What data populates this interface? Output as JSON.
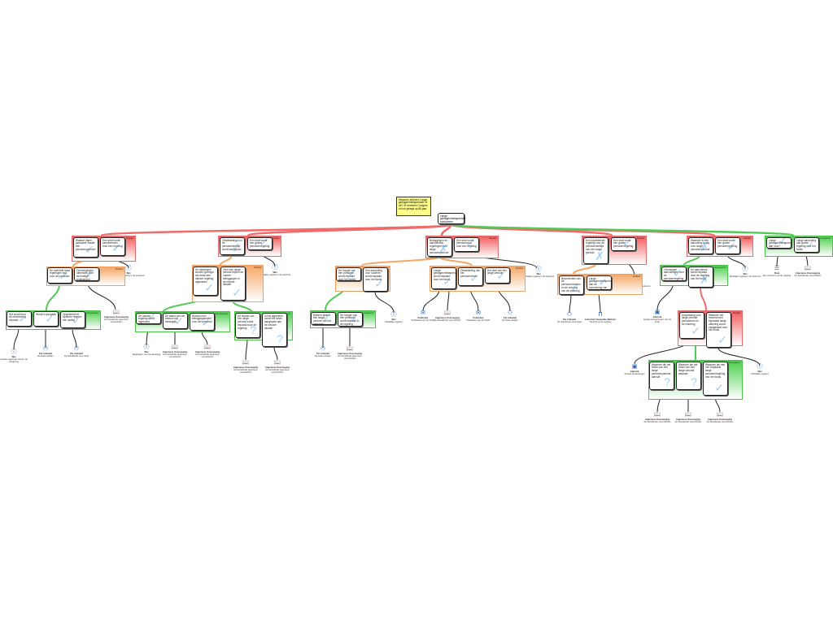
{
  "diagram": {
    "note": "Wanneer ziet een 'Lange geslagenheidsperiode' er uit? Te bereiden Congres in hun gelegd op 85 jaar.",
    "root": "Lange geslagenheidsperiode voorkomen",
    "panel_tags": {
      "red": "Mogelijk",
      "orange": "Prioriteit",
      "green": "Advies gegeven"
    },
    "branches": [
      {
        "nodes": [
          "Waarde eigen gewoonte maakt een pensioenperiode?",
          "Een straf wordt pensioenloos voor een regeling"
        ],
        "leaf": {
          "icon": "info-icon",
          "title": "Wet",
          "text": "Wettelijke regeling in de toekomst"
        },
        "sub": {
          "nodes": [
            "De overheid staat regelingen nog voor de pensioen",
            "Overwegingen uitbreiden voor de huidige regelgeving"
          ],
          "leaf": {
            "icon": "book-icon",
            "title": "Algemene Overweging",
            "text": "De betreffende algemene voorschriften"
          },
          "sub": {
            "nodes": [
              "Het wordt door de verzekering bepaald",
              "Wordt is aanpaalt",
              "Opgesteld het systeem regelen een aantal"
            ],
            "leaves": [
              {
                "icon": "info-icon",
                "title": "Wet",
                "text": "Sociale regelingen binnen de wetgeving"
              },
              {
                "icon": "group-icon",
                "title": "Per Initiatief",
                "text": "De beide partijen"
              },
              {
                "icon": "group-icon",
                "title": "Per Initiatief",
                "text": "De betreffende commissie"
              }
            ]
          }
        }
      },
      {
        "nodes": [
          "Ontwikkelingen in de pensioenleeftijd wordt aangepast",
          "Een straf wordt een goede pensioenregeling"
        ],
        "leaf": {
          "icon": "info-icon",
          "title": "Wet",
          "text": "Wettelijke regeling in de toekomst"
        },
        "sub": {
          "nodes": [
            "De betalingen worden gevolgd als fonds een nieuwe regeling afgesloten",
            "Over een lange periode blijven de oudere beleggingen in de nieuwe situatie"
          ],
          "subs": [
            {
              "nodes": [
                "De nieuwe regeling wordt ingevoerd",
                "De taken van het bestuur zijn belangrijk",
                "Bouwen een beleggingsbeleid voor de toekomst"
              ],
              "leaves": [
                {
                  "icon": "info-icon",
                  "title": "Wet",
                  "text": "Regelingen voor de uitvoering"
                },
                {
                  "icon": "book-icon",
                  "title": "Algemene Overweging",
                  "text": "De betreffende algemene voorschriften"
                },
                {
                  "icon": "book-icon",
                  "title": "Algemene Overweging",
                  "text": "De betreffende algemene voorschriften"
                }
              ]
            },
            {
              "nodes": [
                "De impact van een lange periode wordt bepaald door de regeling",
                "In het algemeen wordt het fonds aangepast aan de nieuwe situatie"
              ],
              "leaves": [
                {
                  "icon": "book-icon",
                  "title": "Algemene Overweging",
                  "text": "De betreffende algemene voorschriften"
                },
                {
                  "icon": "book-icon",
                  "title": "Algemene Overweging",
                  "text": "De betreffende algemene voorschriften"
                }
              ]
            }
          ]
        }
      },
      {
        "nodes": [
          "Beleggingen en aanvullende regelingen voor lange pensioenperiode",
          "Een straf wordt pensioenloos voor een regeling"
        ],
        "leaf": {
          "icon": "info-icon",
          "title": "Wet",
          "text": "Wettelijke regeling in de toekomst"
        },
        "subs": [
          {
            "nodes": [
              "De hoogte van een pensioen wordt bepaald door het beleid van het fonds",
              "Een aanvulling voor ouderen wordt bepaald door het fonds"
            ],
            "leaf": {
              "icon": "info-icon",
              "title": "Wet",
              "text": "Wettelijke regeling"
            },
            "sub": {
              "nodes": [
                "Bekend tijdens een lange periode van het pensioen",
                "De hoogte van een pensioen wordt bepaald in de regeling"
              ],
              "leaves": [
                {
                  "icon": "group-icon",
                  "title": "Per Initiatief",
                  "text": "De beide partijen"
                },
                {
                  "icon": "book-icon",
                  "title": "Algemene Overweging",
                  "text": "De betreffende algemene voorschriften"
                }
              ]
            }
          },
          {
            "nodes": [
              "Lange geslagenheidsperiode wordt bepaald door het fonds",
              "Ontwikkeling van het pensioenfonds",
              "Het doel van een lange periode"
            ],
            "leaves": [
              {
                "icon": "mail-icon",
                "title": "Publicatie",
                "text": "Publicaties van het fonds"
              },
              {
                "icon": "book-icon",
                "title": "Algemene Overweging",
                "text": "De betreffende voorschriften"
              },
              {
                "icon": "mail-icon",
                "title": "Publicatie",
                "text": "Publicaties van het fonds"
              },
              {
                "icon": "group-icon",
                "title": "Per Initiatief",
                "text": "De beide partijen"
              }
            ]
          }
        ]
      },
      {
        "nodes": [
          "Een beperkende regeling voor de pensioenleeftijd van een lange periode",
          "Een straf wordt een goede pensioenregeling"
        ],
        "leaf": {
          "icon": "info-icon",
          "title": "Wet",
          "text": "Wettelijke regeling in de toekomst"
        },
        "sub": {
          "nodes": [
            "Beschermen van de pensioenrechten en de omvang van de uitkering",
            "Lange geslagenheidsperiode aan de voorziening van regelingen"
          ],
          "leaves": [
            {
              "icon": "group-icon",
              "title": "Per Initiatief",
              "text": "De betreffende commissie"
            },
            {
              "icon": "pillar-icon",
              "title": "Autoriteit Financiële Markten",
              "text": "Toezicht op de regeling"
            }
          ]
        }
      },
      {
        "nodes": [
          "Wanneer is een aanvulling nodig voor lange pensioenperiode",
          "Een straf wordt een goede pensioenregeling"
        ],
        "leaf": {
          "icon": "info-icon",
          "title": "Wet",
          "text": "Wettelijke regeling in de toekomst"
        },
        "sub": {
          "nodes": [
            "Overwegen aanvullingen voor de pensioenregeling",
            "De aanvullend wordt bepaald door de regeling van het fonds"
          ],
          "leaf": {
            "icon": "chart-icon",
            "title": "Gebruik",
            "text": "Actuele berekeningen van het fonds"
          },
          "sub": {
            "nodes": [
              "Aanpassing voor lange periode pensioenen en de uitkering",
              "Wanneer het moment een bepaalde lange uitkering wordt vastgesteld door het fonds"
            ],
            "leaves": [
              {
                "icon": "chart-icon",
                "title": "Gebruik",
                "text": "Actuele berekeningen"
              },
              {
                "icon": "info-icon",
                "title": "Wet",
                "text": "Wettelijke regeling"
              }
            ],
            "sub": {
              "nodes": [
                "Wanneer die het fonds van een lange pensioenperiode aanvult",
                "Wanneer die het fonds van een lange periode aanpast",
                "Wanneer die met een bepaalde lange pensioenregeling van het fonds"
              ],
              "leaves": [
                {
                  "icon": "book-icon",
                  "title": "Algemene Overweging",
                  "text": "De betreffende voorschriften"
                },
                {
                  "icon": "book-icon",
                  "title": "Algemene Overweging",
                  "text": "De betreffende voorschriften"
                },
                {
                  "icon": "book-icon",
                  "title": "Algemene Overweging",
                  "text": "De betreffende voorschriften"
                }
              ]
            }
          }
        }
      },
      {
        "nodes": [
          "Lange geslagenheidsperiode aan voor?",
          "Lange aanvulling van goede regeling voor het fonds"
        ],
        "leaves": [
          {
            "icon": "doc-icon",
            "title": "Nota",
            "text": "Een overzicht van de regeling"
          },
          {
            "icon": "book-icon",
            "title": "Algemene Overweging",
            "text": "De betreffende voorschriften"
          }
        ]
      }
    ]
  },
  "colors": {
    "red": "#f25c5c",
    "orange": "#f5a764",
    "green": "#4ccf4c",
    "link": "#1f5fc0",
    "note": "#ffff88"
  }
}
